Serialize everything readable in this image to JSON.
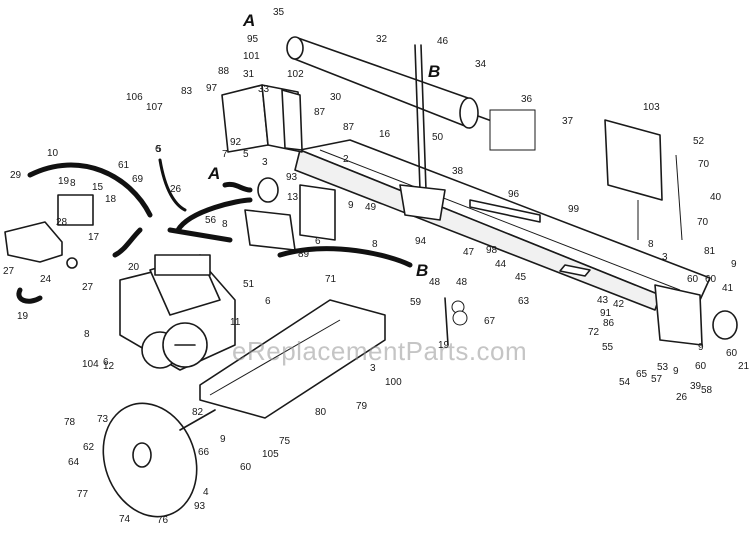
{
  "watermark": "eReplacementParts.com",
  "reference_letters": [
    "A",
    "B",
    "A",
    "B"
  ],
  "callouts": [
    "35",
    "95",
    "101",
    "31",
    "88",
    "97",
    "83",
    "106",
    "107",
    "32",
    "46",
    "34",
    "102",
    "30",
    "33",
    "87",
    "87",
    "36",
    "37",
    "16",
    "103",
    "52",
    "70",
    "40",
    "70",
    "50",
    "38",
    "92",
    "5",
    "7",
    "3",
    "93",
    "2",
    "6",
    "61",
    "69",
    "29",
    "19",
    "8",
    "15",
    "18",
    "28",
    "17",
    "26",
    "13",
    "9",
    "49",
    "96",
    "99",
    "8",
    "3",
    "94",
    "98",
    "47",
    "48",
    "48",
    "44",
    "45",
    "63",
    "59",
    "67",
    "81",
    "9",
    "60",
    "60",
    "41",
    "43",
    "42",
    "91",
    "86",
    "72",
    "55",
    "54",
    "65",
    "57",
    "53",
    "9",
    "39",
    "58",
    "60",
    "9",
    "60",
    "21",
    "26",
    "24",
    "27",
    "27",
    "20",
    "19",
    "8",
    "104",
    "12",
    "11",
    "51",
    "6",
    "89",
    "71",
    "8",
    "19",
    "3",
    "100",
    "79",
    "80",
    "82",
    "9",
    "60",
    "105",
    "75",
    "78",
    "73",
    "62",
    "66",
    "64",
    "77",
    "74",
    "76",
    "93",
    "4",
    "56",
    "8",
    "6",
    "6",
    "10",
    "5"
  ]
}
